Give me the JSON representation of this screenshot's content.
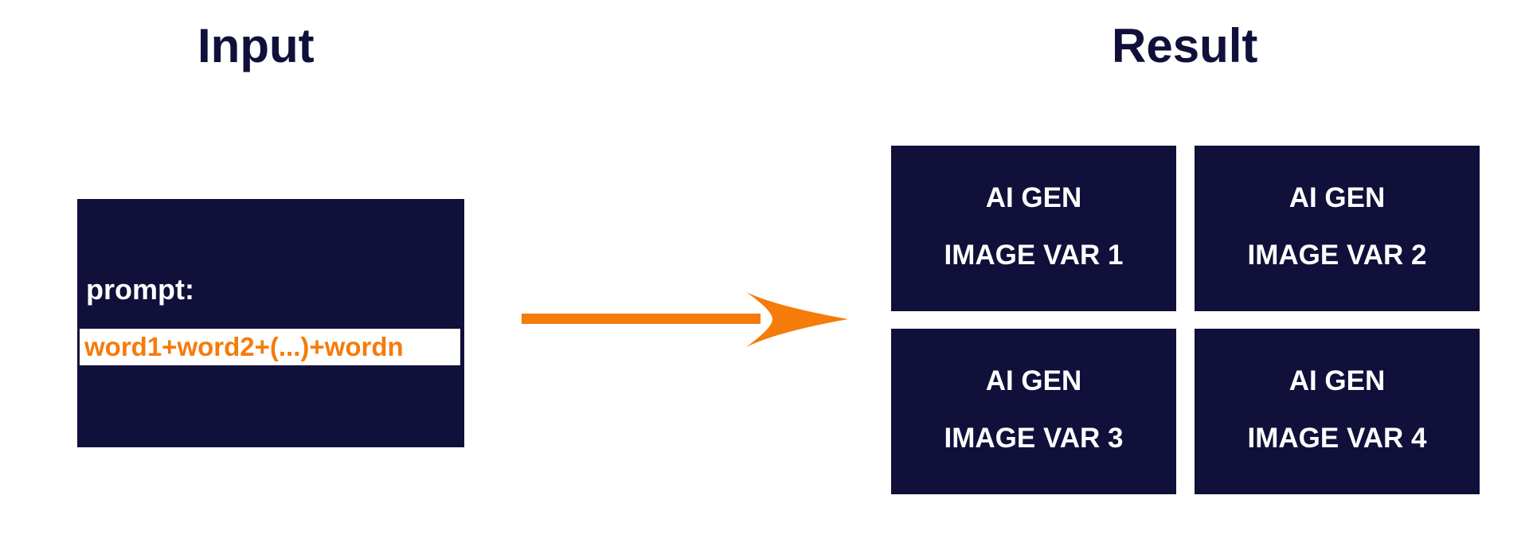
{
  "headings": {
    "input": "Input",
    "result": "Result"
  },
  "input_box": {
    "label": "prompt:",
    "value": "word1+word2+(...)+wordn"
  },
  "arrow": {
    "icon": "arrow-right-icon",
    "color": "#f57b0b"
  },
  "results": [
    {
      "line1": "AI GEN",
      "line2": "IMAGE VAR 1"
    },
    {
      "line1": "AI GEN",
      "line2": "IMAGE VAR 2"
    },
    {
      "line1": "AI GEN",
      "line2": "IMAGE VAR 3"
    },
    {
      "line1": "AI GEN",
      "line2": "IMAGE VAR 4"
    }
  ],
  "colors": {
    "box_background": "#10103a",
    "heading_text": "#10103a",
    "accent": "#f57b0b",
    "tile_text": "#ffffff"
  }
}
